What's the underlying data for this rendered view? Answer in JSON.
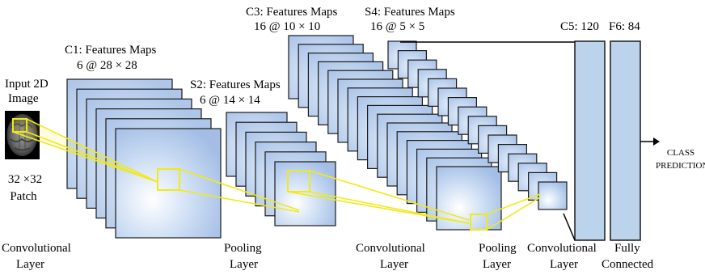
{
  "input": {
    "title_line1": "Input 2D",
    "title_line2": "Image",
    "size": "32  ×32",
    "patch": "Patch"
  },
  "stages": {
    "c1": {
      "title": "C1: Features Maps",
      "dims": "6 @ 28  × 28",
      "maps": 6
    },
    "s2": {
      "title": "S2: Features Maps",
      "dims": "6 @ 14  × 14",
      "maps": 6
    },
    "c3": {
      "title": "C3: Features Maps",
      "dims": "16 @ 10  × 10",
      "maps": 16
    },
    "s4": {
      "title": "S4: Features Maps",
      "dims": "16 @ 5  × 5",
      "maps": 16
    },
    "c5": {
      "title": "C5: 120"
    },
    "f6": {
      "title": "F6: 84"
    }
  },
  "layers": {
    "conv1": {
      "line1": "Convolutional",
      "line2": "Layer"
    },
    "pool1": {
      "line1": "Pooling",
      "line2": "Layer"
    },
    "conv2": {
      "line1": "Convolutional",
      "line2": "Layer"
    },
    "pool2": {
      "line1": "Pooling",
      "line2": "Layer"
    },
    "conv3": {
      "line1": "Convolutional",
      "line2": "Layer"
    },
    "fc": {
      "line1": "Fully",
      "line2": "Connected"
    }
  },
  "output": {
    "line1": "CLASS",
    "line2": "PREDICTION"
  },
  "colors": {
    "map_fill_center": "#e4eefb",
    "map_fill_edge": "#adc5e8",
    "map_stroke": "#1a1a1a",
    "fc_fill": "#bcd3ec",
    "connector": "#f0ea1a",
    "mri_background": "#000000"
  },
  "icons": [
    "mri-brain-icon",
    "arrow-right-icon"
  ]
}
